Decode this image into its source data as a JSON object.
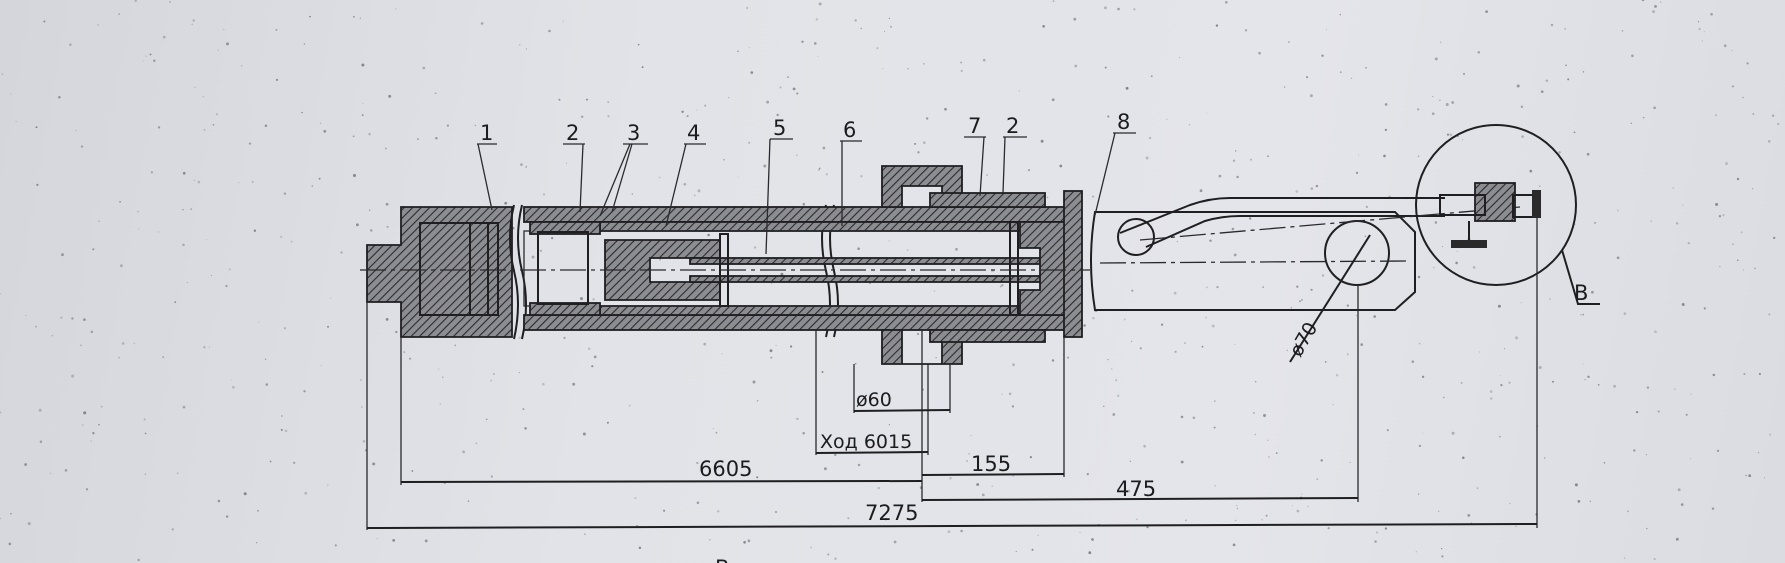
{
  "drawing": {
    "part_labels": [
      "1",
      "2",
      "3",
      "4",
      "5",
      "6",
      "7",
      "2",
      "8"
    ],
    "detail_label": "B",
    "section_label_bottom": "B",
    "dimensions": {
      "overall_length": "7275",
      "retracted_length": "6605",
      "offset_to_pin": "475",
      "gland_length": "155",
      "stroke": "Ход 6015",
      "rod_diameter": "ø60",
      "pin_diameter": "ø70"
    }
  }
}
